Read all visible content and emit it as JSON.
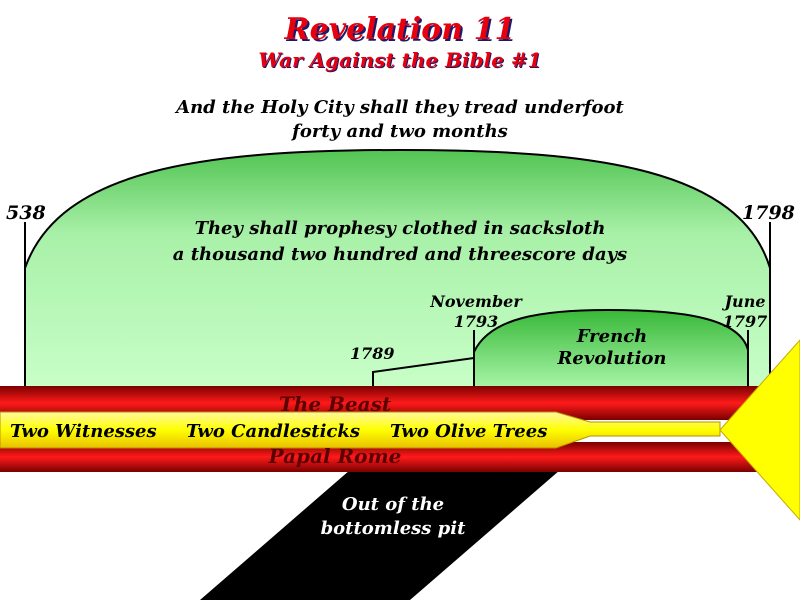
{
  "title": "Revelation 11",
  "subtitle_title": "War Against the Bible #1",
  "quote": {
    "line1": "And the Holy City shall they tread underfoot",
    "line2": "forty and two months"
  },
  "dome": {
    "line1": "They shall prophesy clothed in sacksloth",
    "line2": "a thousand two hundred and threescore days"
  },
  "dates": {
    "start": "538",
    "end": "1798",
    "nov_month": "November",
    "nov_year": "1793",
    "june_month": "June",
    "june_year": "1797",
    "y1789": "1789"
  },
  "french_revolution": {
    "line1": "French",
    "line2": "Revolution"
  },
  "bands": {
    "top": "The Beast",
    "bottom": "Papal Rome",
    "middle": [
      "Two Witnesses",
      "Two Candlesticks",
      "Two Olive Trees"
    ]
  },
  "pit": {
    "line1": "Out of the",
    "line2": "bottomless pit"
  },
  "colors": {
    "title_red": "#e8000e",
    "band_red": "#e00000",
    "band_yellow": "#ffff00",
    "dome_green": "#90ee90",
    "pit_black": "#000000"
  }
}
